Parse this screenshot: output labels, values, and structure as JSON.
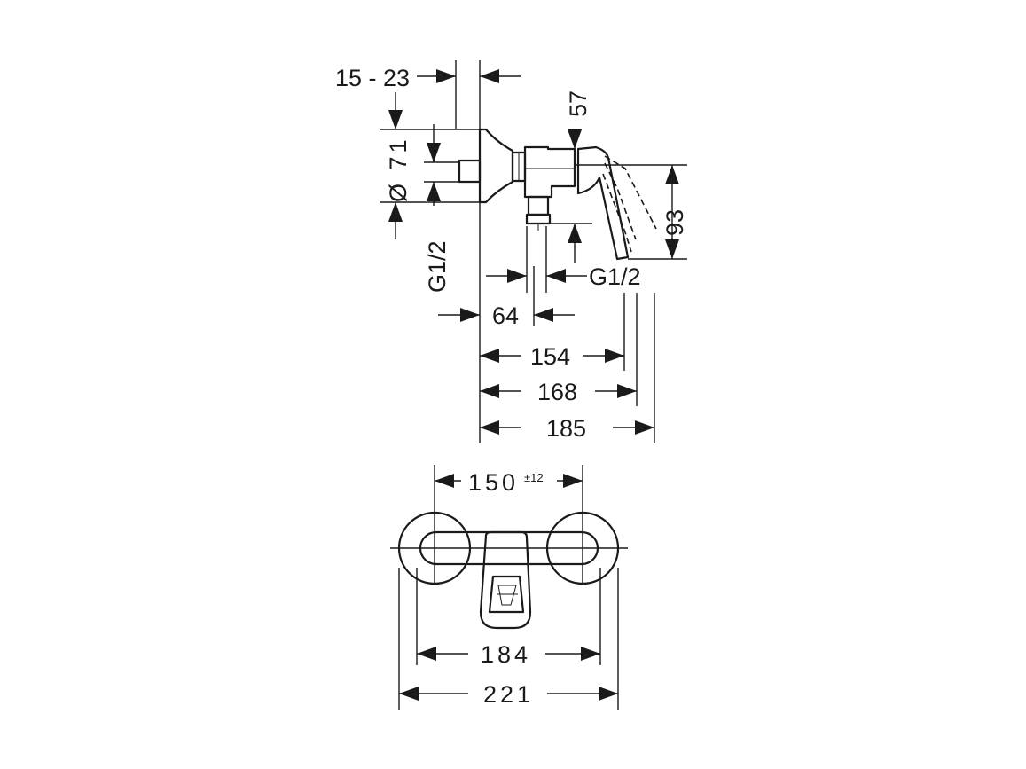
{
  "side_view": {
    "dim_wall_depth": "15 - 23",
    "dim_diameter": "Ø 71",
    "dim_lever_offset": "57",
    "dim_height": "93",
    "dim_thread_left": "G1/2",
    "dim_thread_right": "G1/2",
    "dim_64": "64",
    "dim_154": "154",
    "dim_168": "168",
    "dim_185": "185"
  },
  "front_view": {
    "dim_center_distance": "150",
    "dim_center_tolerance": "±12",
    "dim_184": "184",
    "dim_221": "221"
  }
}
